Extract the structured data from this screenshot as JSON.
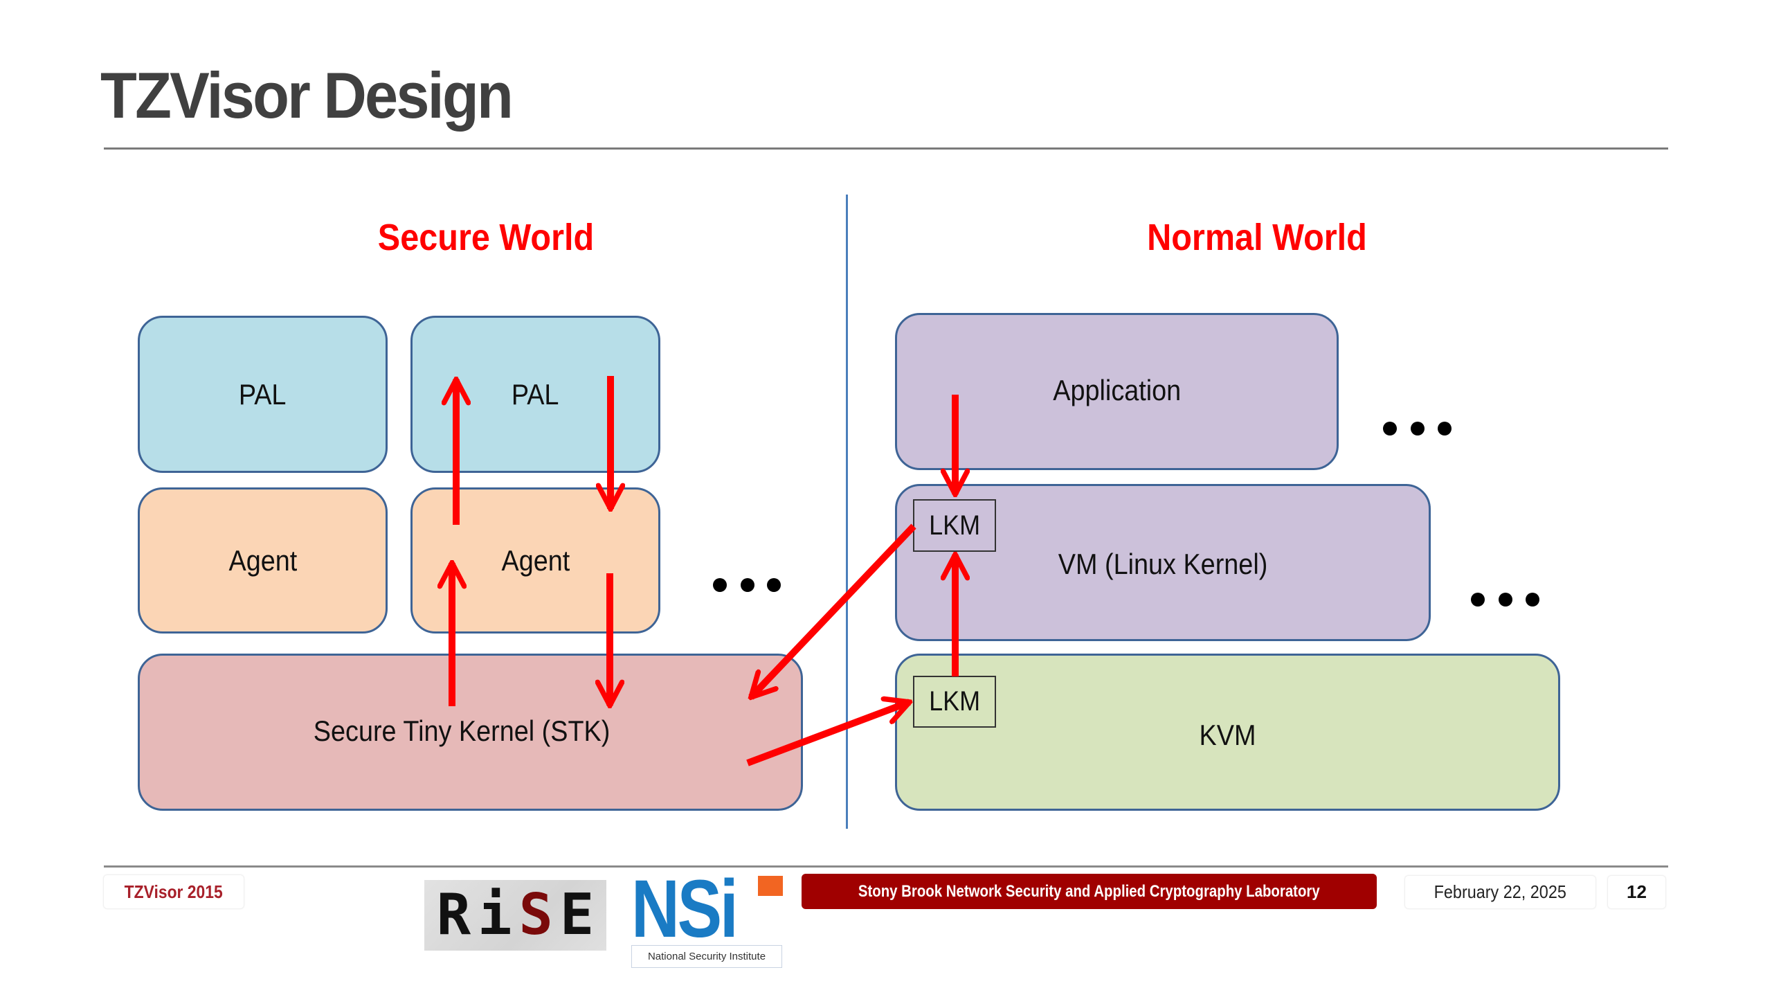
{
  "slide": {
    "title": "TZVisor Design"
  },
  "diagram": {
    "secure_world": {
      "label": "Secure World",
      "pal_boxes": [
        "PAL",
        "PAL"
      ],
      "agent_boxes": [
        "Agent",
        "Agent"
      ],
      "kernel": "Secure Tiny Kernel (STK)",
      "ellipsis": "..."
    },
    "normal_world": {
      "label": "Normal World",
      "application": "Application",
      "vm": "VM (Linux Kernel)",
      "kvm": "KVM",
      "lkm_vm": "LKM",
      "lkm_kvm": "LKM",
      "ellipsis_app": "...",
      "ellipsis_vm": "..."
    },
    "colors": {
      "pal": "#B7DEE8",
      "agent": "#FBD5B5",
      "kernel": "#E6B9B8",
      "application": "#CCC1DA",
      "vm": "#CCC1DA",
      "kvm": "#D7E4BD",
      "arrow": "#FF0000",
      "world_label": "#FF0000",
      "divider": "#4A7EBB"
    },
    "flows": [
      {
        "from": "agent-2",
        "to": "pal-2"
      },
      {
        "from": "pal-2",
        "to": "agent-2"
      },
      {
        "from": "stk",
        "to": "agent-2"
      },
      {
        "from": "agent-2",
        "to": "stk"
      },
      {
        "from": "application",
        "to": "lkm-vm"
      },
      {
        "from": "lkm-kvm",
        "to": "lkm-vm"
      },
      {
        "from": "lkm-vm",
        "to": "stk"
      },
      {
        "from": "stk",
        "to": "lkm-kvm"
      }
    ]
  },
  "footer": {
    "event": "TZVisor 2015",
    "logo_rise": [
      "R",
      "i",
      "S",
      "E"
    ],
    "logo_nsi": "NSi",
    "logo_nsi_subtitle": "National Security Institute",
    "lab": "Stony Brook Network Security and Applied Cryptography Laboratory",
    "date": "February 22, 2025",
    "page": "12",
    "colors": {
      "event_text": "#A8202A",
      "lab_banner": "#A00000",
      "nsi_blue": "#1A7BC4",
      "nsi_orange": "#F26522"
    }
  }
}
